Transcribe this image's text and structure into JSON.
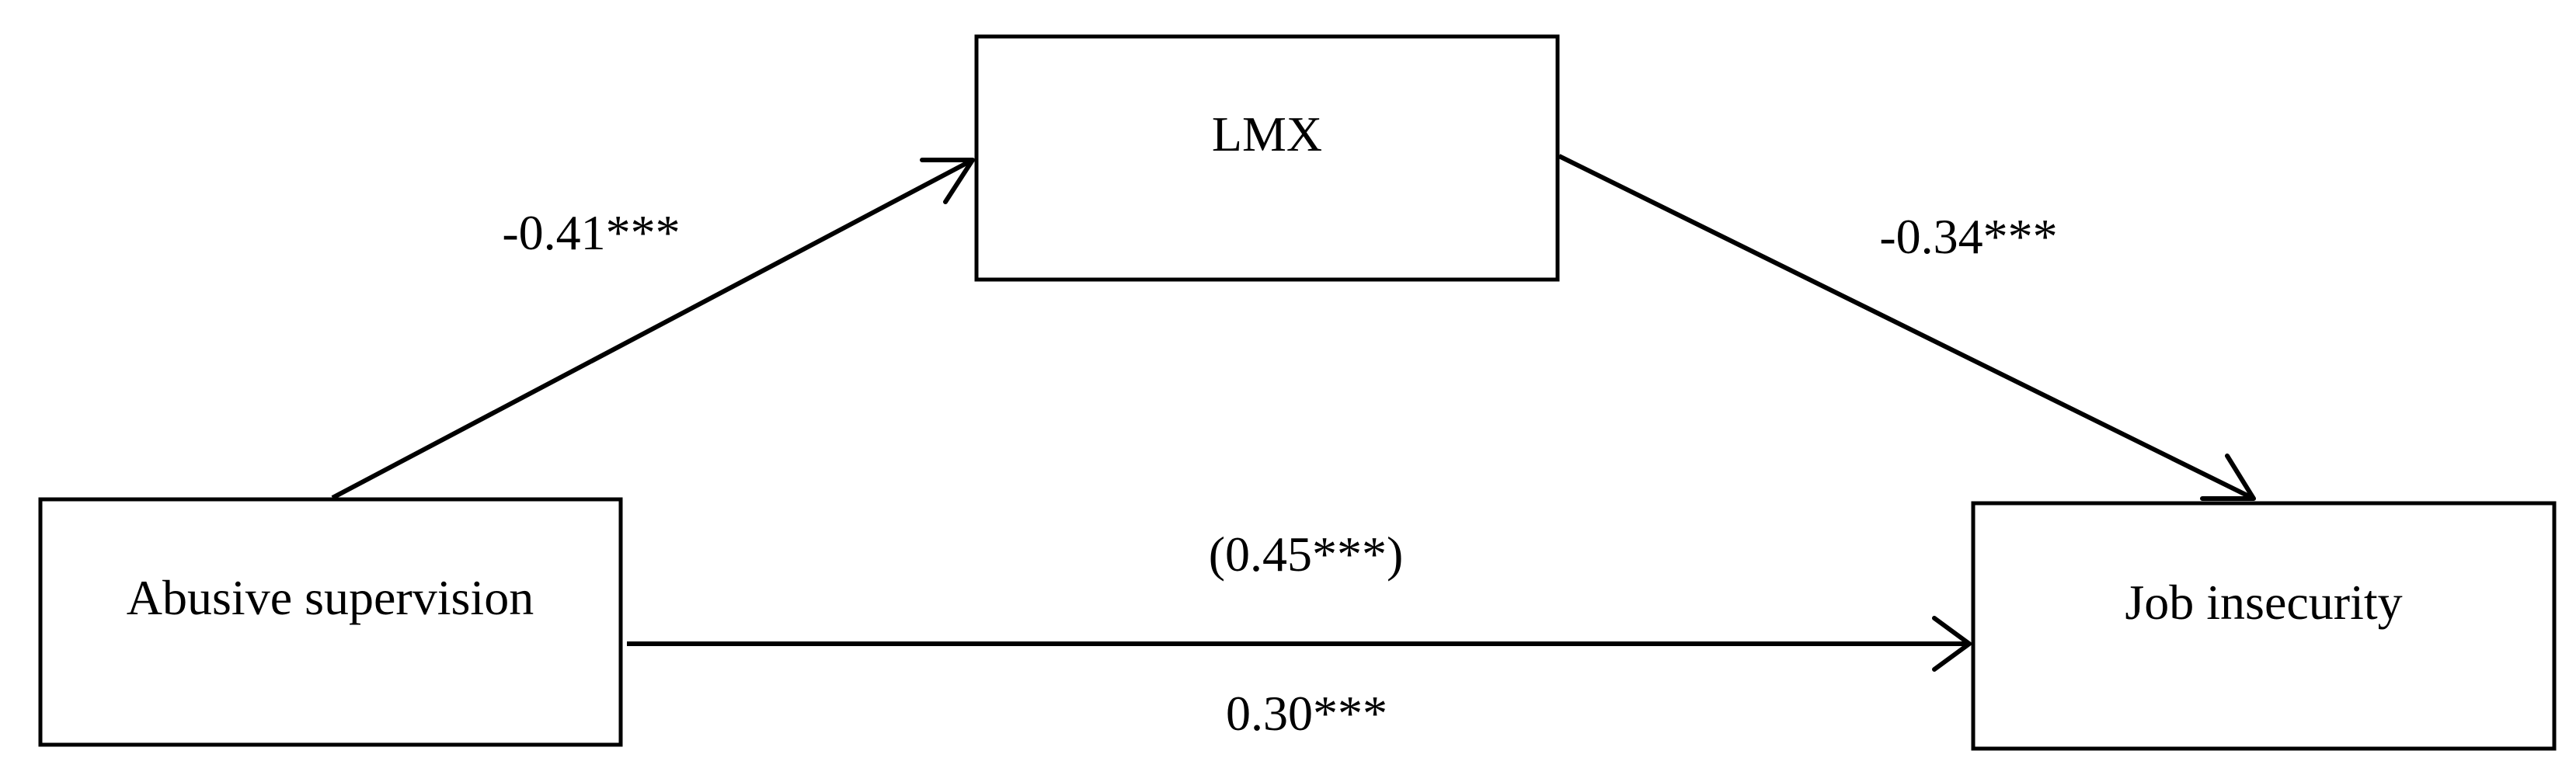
{
  "nodes": {
    "abusive_supervision": "Abusive supervision",
    "lmx": "LMX",
    "job_insecurity": "Job insecurity"
  },
  "paths": {
    "a_path": "-0.41***",
    "b_path": "-0.34***",
    "total_effect": "(0.45***)",
    "direct_effect": "0.30***"
  }
}
